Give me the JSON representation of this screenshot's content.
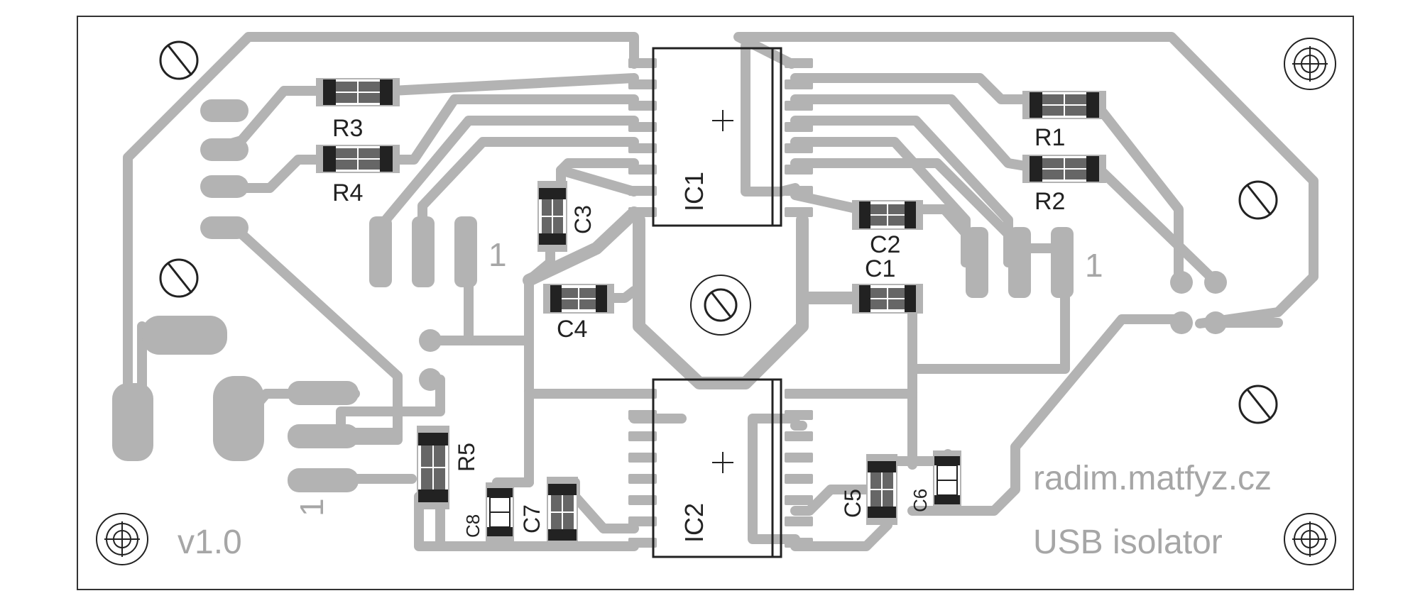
{
  "board": {
    "text_site": "radim.matfyz.cz",
    "text_title": "USB isolator",
    "text_version": "v1.0",
    "pin1_marks": [
      "1",
      "1",
      "1"
    ]
  },
  "components": {
    "ic1": "IC1",
    "ic2": "IC2",
    "r1": "R1",
    "r2": "R2",
    "r3": "R3",
    "r4": "R4",
    "r5": "R5",
    "c1": "C1",
    "c2": "C2",
    "c3": "C3",
    "c4": "C4",
    "c5": "C5",
    "c6": "C6",
    "c7": "C7",
    "c8": "C8"
  },
  "colors": {
    "copper": "#b3b3b3",
    "silkscreen": "#222222",
    "board_text": "#a6a6a6",
    "background": "#ffffff"
  }
}
